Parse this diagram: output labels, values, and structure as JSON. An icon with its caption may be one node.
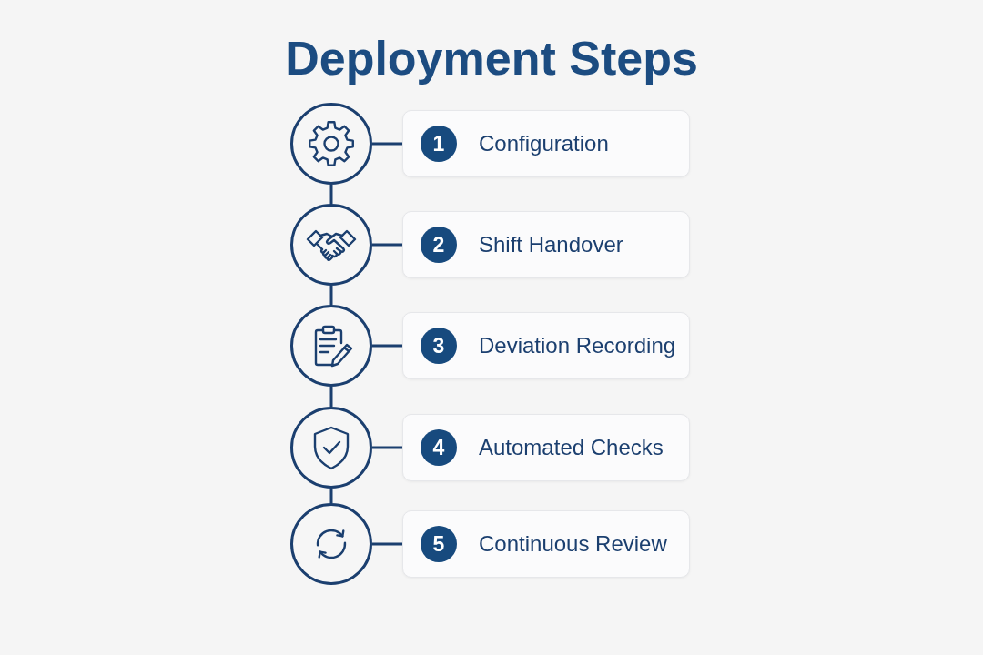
{
  "diagram": {
    "title": "Deployment Steps",
    "nodes": [
      {
        "text": [],
        "shape": "circle"
      },
      {
        "text": [
          "Configuration"
        ]
      },
      {
        "text": [
          "1"
        ],
        "in": 1
      },
      {
        "text": [],
        "shape": "circle"
      },
      {
        "text": [
          "Shift Handover"
        ]
      },
      {
        "text": [
          "2"
        ],
        "in": 4
      },
      {
        "text": [],
        "shape": "circle"
      },
      {
        "text": [
          "Deviation Recording"
        ]
      },
      {
        "text": [
          "3"
        ],
        "in": 7
      },
      {
        "text": [],
        "shape": "circle"
      },
      {
        "text": [
          "Automated Checks"
        ]
      },
      {
        "text": [
          "4"
        ],
        "in": 10
      },
      {
        "text": [],
        "shape": "circle"
      },
      {
        "text": [
          "Continuous Review"
        ]
      },
      {
        "text": [
          "5"
        ],
        "in": 13
      }
    ],
    "edges": [
      {
        "from": 0,
        "to": 1,
        "arrow": "none"
      },
      {
        "from": 0,
        "to": 3,
        "arrow": "none"
      },
      {
        "from": 3,
        "to": 4,
        "arrow": "none"
      },
      {
        "from": 3,
        "to": 6,
        "arrow": "none"
      },
      {
        "from": 6,
        "to": 7,
        "arrow": "none"
      },
      {
        "from": 6,
        "to": 9,
        "arrow": "none"
      },
      {
        "from": 9,
        "to": 10,
        "arrow": "none"
      },
      {
        "from": 9,
        "to": 12,
        "arrow": "none"
      },
      {
        "from": 12,
        "to": 13,
        "arrow": "none"
      }
    ]
  }
}
